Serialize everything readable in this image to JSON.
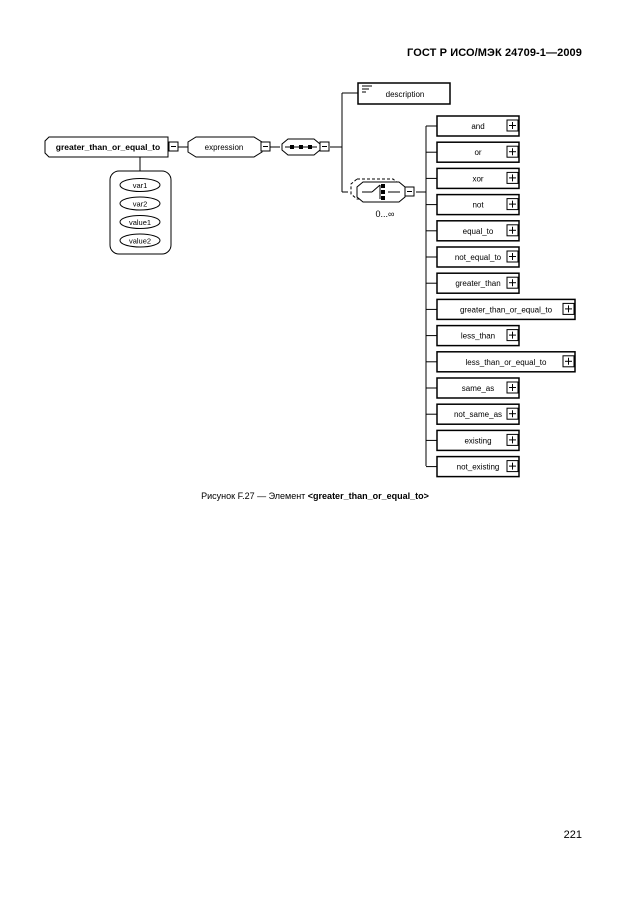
{
  "header": {
    "standard": "ГОСТ Р ИСО/МЭК 24709-1—2009"
  },
  "diagram": {
    "root": "greater_than_or_equal_to",
    "attributes": [
      "var1",
      "var2",
      "value1",
      "value2"
    ],
    "expression": "expression",
    "description": "description",
    "cardinality": "0...∞",
    "choices": [
      "and",
      "or",
      "xor",
      "not",
      "equal_to",
      "not_equal_to",
      "greater_than",
      "greater_than_or_equal_to",
      "less_than",
      "less_than_or_equal_to",
      "same_as",
      "not_same_as",
      "existing",
      "not_existing"
    ]
  },
  "caption": {
    "prefix": "Рисунок F.27 — Элемент ",
    "element": "<greater_than_or_equal_to>"
  },
  "footer": {
    "page_number": "221"
  }
}
